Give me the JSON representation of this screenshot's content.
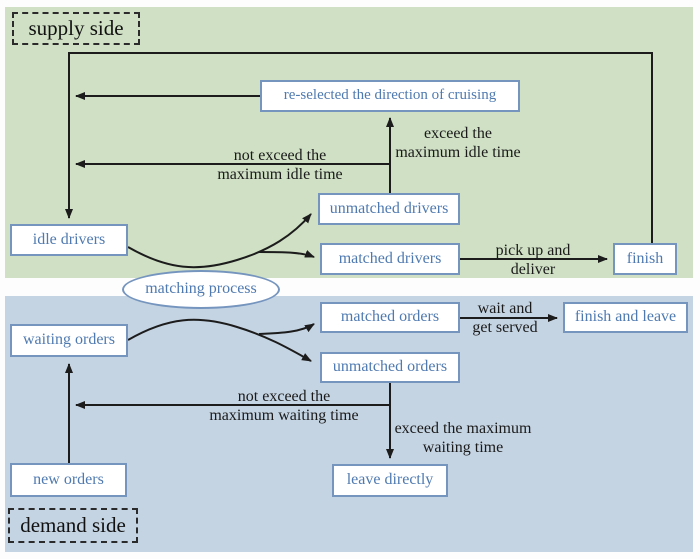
{
  "regions": {
    "supply": {
      "label": "supply side"
    },
    "demand": {
      "label": "demand side"
    }
  },
  "nodes": {
    "idle_drivers": {
      "label": "idle drivers"
    },
    "reselect": {
      "label": "re-selected the direction of cruising"
    },
    "unmatched_drivers": {
      "label": "unmatched drivers"
    },
    "matched_drivers": {
      "label": "matched drivers"
    },
    "finish": {
      "label": "finish"
    },
    "matching_process": {
      "label": "matching process"
    },
    "waiting_orders": {
      "label": "waiting orders"
    },
    "matched_orders": {
      "label": "matched orders"
    },
    "finish_and_leave": {
      "label": "finish and leave"
    },
    "unmatched_orders": {
      "label": "unmatched orders"
    },
    "leave_directly": {
      "label": "leave directly"
    },
    "new_orders": {
      "label": "new orders"
    }
  },
  "edge_labels": {
    "exceed_idle": {
      "line1": "exceed the",
      "line2": "maximum idle time"
    },
    "not_exceed_idle": {
      "line1": "not exceed the",
      "line2": "maximum idle time"
    },
    "pick_up_deliver": {
      "line1": "pick up and",
      "line2": "deliver"
    },
    "wait_get_served": {
      "line1": "wait and",
      "line2": "get served"
    },
    "not_exceed_waiting": {
      "line1": "not exceed the",
      "line2": "maximum waiting time"
    },
    "exceed_waiting": {
      "line1": "exceed the maximum",
      "line2": "waiting time"
    }
  },
  "colors": {
    "supply_bg": "#cfe0c4",
    "demand_bg": "#c5d4e3",
    "node_border": "#7595bf",
    "node_text": "#4f7ab0",
    "arrow": "#1c1c1c",
    "label_text": "#1a1a1a"
  }
}
